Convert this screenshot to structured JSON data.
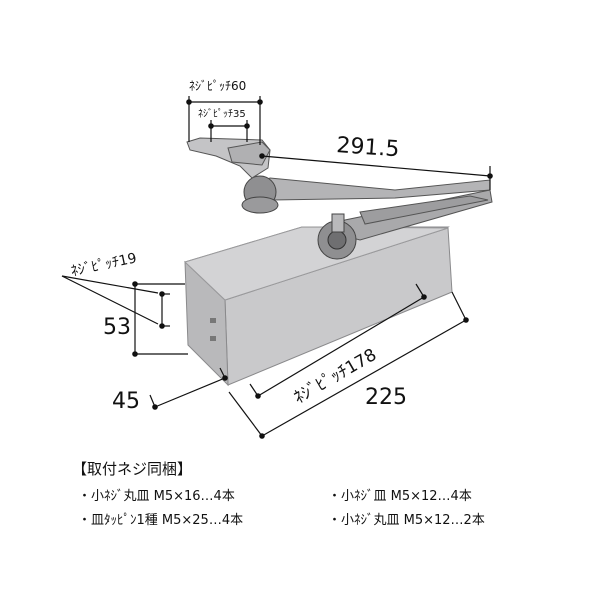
{
  "dimensions": {
    "pitch_60": "ﾈｼﾞﾋﾟｯﾁ60",
    "pitch_35": "ﾈｼﾞﾋﾟｯﾁ35",
    "arm_length": "291.5",
    "pitch_19": "ﾈｼﾞﾋﾟｯﾁ19",
    "height": "53",
    "depth": "45",
    "pitch_178": "ﾈｼﾞﾋﾟｯﾁ178",
    "body_length": "225"
  },
  "parts": {
    "title": "【取付ネジ同梱】",
    "items": [
      "・小ﾈｼﾞ丸皿 M5×16…4本",
      "・小ﾈｼﾞ皿 M5×12…4本",
      "・皿ﾀｯﾋﾟﾝ1種 M5×25…4本",
      "・小ﾈｼﾞ丸皿 M5×12…2本"
    ]
  },
  "colors": {
    "body": "#c9c9cb",
    "body_top": "#d8d8da",
    "body_side": "#b4b4b6",
    "arm": "#a9a9ab",
    "line": "#111111"
  }
}
